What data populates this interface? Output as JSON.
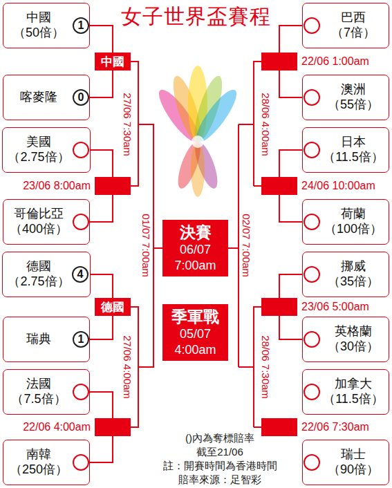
{
  "diagram": {
    "title": "女子世界盃賽程",
    "nodes": [
      {
        "text": [
          "中國",
          "（50倍）"
        ]
      },
      {
        "text": [
          "1"
        ],
        "in": 0
      },
      {
        "text": [
          "喀麥隆"
        ]
      },
      {
        "text": [
          "0"
        ],
        "in": 2
      },
      {
        "text": [
          "美國",
          "（2.75倍）"
        ]
      },
      {
        "text": [
          "哥倫比亞",
          "（400倍）"
        ]
      },
      {
        "text": [
          "德國",
          "（2.75倍）"
        ]
      },
      {
        "text": [
          "4"
        ],
        "in": 6
      },
      {
        "text": [
          "瑞典"
        ]
      },
      {
        "text": [
          "1"
        ],
        "in": 8
      },
      {
        "text": [
          "法國",
          "（7.5倍）"
        ]
      },
      {
        "text": [
          "南韓",
          "（250倍）"
        ]
      },
      {
        "text": [
          "中國"
        ]
      },
      {
        "text": [
          "德國"
        ]
      },
      {
        "text": [
          "決賽",
          "06/07 7:00am"
        ]
      },
      {
        "text": [
          "季軍戰",
          "05/07 4:00am"
        ]
      },
      {
        "text": [
          "巴西",
          "（7倍）"
        ]
      },
      {
        "text": [
          "澳洲",
          "（55倍）"
        ]
      },
      {
        "text": [
          "日本",
          "（11.5倍）"
        ]
      },
      {
        "text": [
          "荷蘭",
          "（100倍）"
        ]
      },
      {
        "text": [
          "挪威",
          "（35倍）"
        ]
      },
      {
        "text": [
          "英格蘭",
          "（30倍）"
        ]
      },
      {
        "text": [
          "加拿大",
          "（11.5倍）"
        ]
      },
      {
        "text": [
          "瑞士",
          "（90倍）"
        ]
      }
    ],
    "edges": [
      {
        "from": 0,
        "to": 12,
        "arrow": "none"
      },
      {
        "from": 2,
        "to": 12,
        "arrow": "none"
      },
      {
        "from": 6,
        "to": 13,
        "arrow": "none"
      },
      {
        "from": 8,
        "to": 13,
        "arrow": "none"
      },
      {
        "from": 12,
        "to": 14,
        "arrow": "none"
      },
      {
        "from": 13,
        "to": 14,
        "arrow": "none"
      }
    ],
    "labels": [
      "23/06 8:00am",
      "22/06 4:00am",
      "27/06 7:30am",
      "27/06 4:00am",
      "01/07 7:00am",
      "22/06 1:00am",
      "24/06 10:00am",
      "23/06 5:00am",
      "22/06 7:30am",
      "28/06 4:00am",
      "28/06 7:30am",
      "02/07 7:00am",
      "()內為奪標賠率",
      "截至21/06",
      "註：開賽時間為香港時間",
      "賠率來源：足智彩"
    ]
  }
}
